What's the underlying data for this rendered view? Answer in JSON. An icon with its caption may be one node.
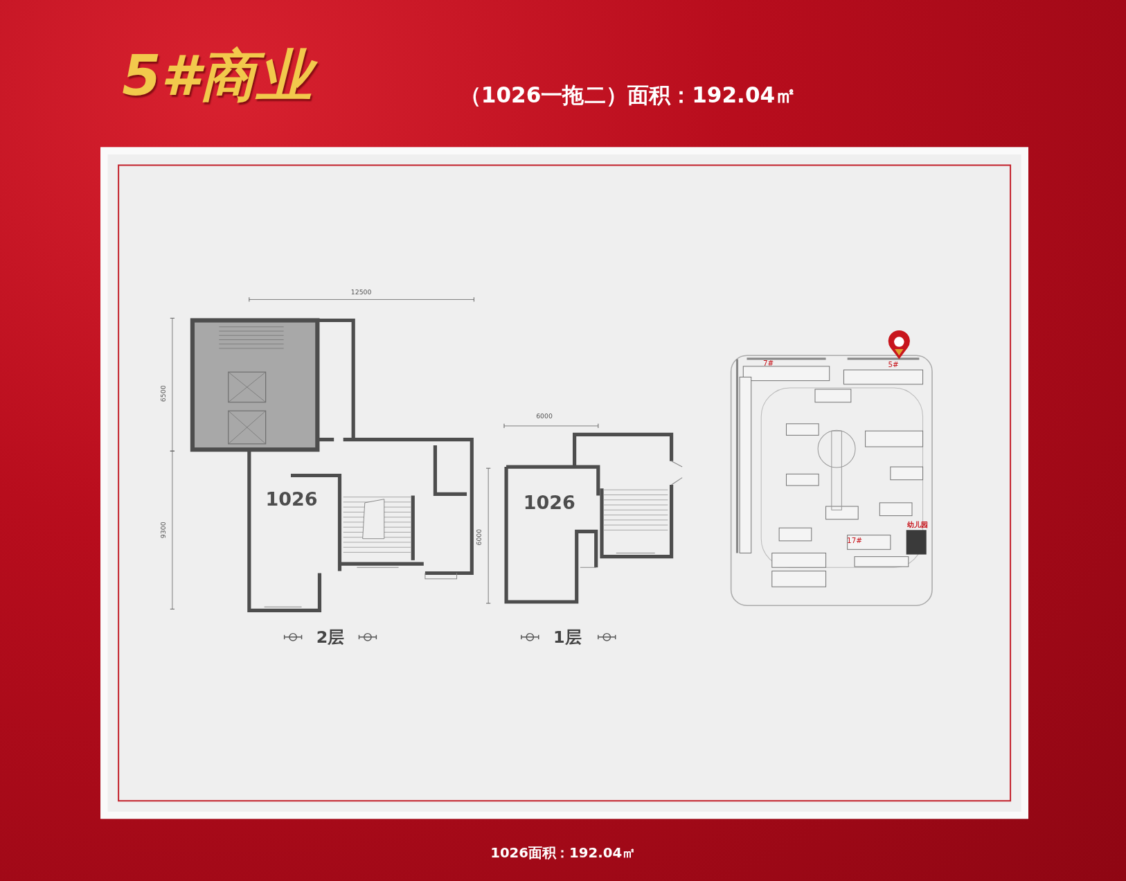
{
  "diagram": {
    "title": "5#商业",
    "caption": "1026面积：192.04㎡",
    "labels": [
      "（1026一拖二）面积：192.04㎡",
      "12500",
      "6500",
      "9300",
      "1026",
      "6000",
      "6000",
      "1026",
      "2层",
      "1层",
      "7#",
      "5#",
      "幼儿园",
      "17#"
    ]
  }
}
